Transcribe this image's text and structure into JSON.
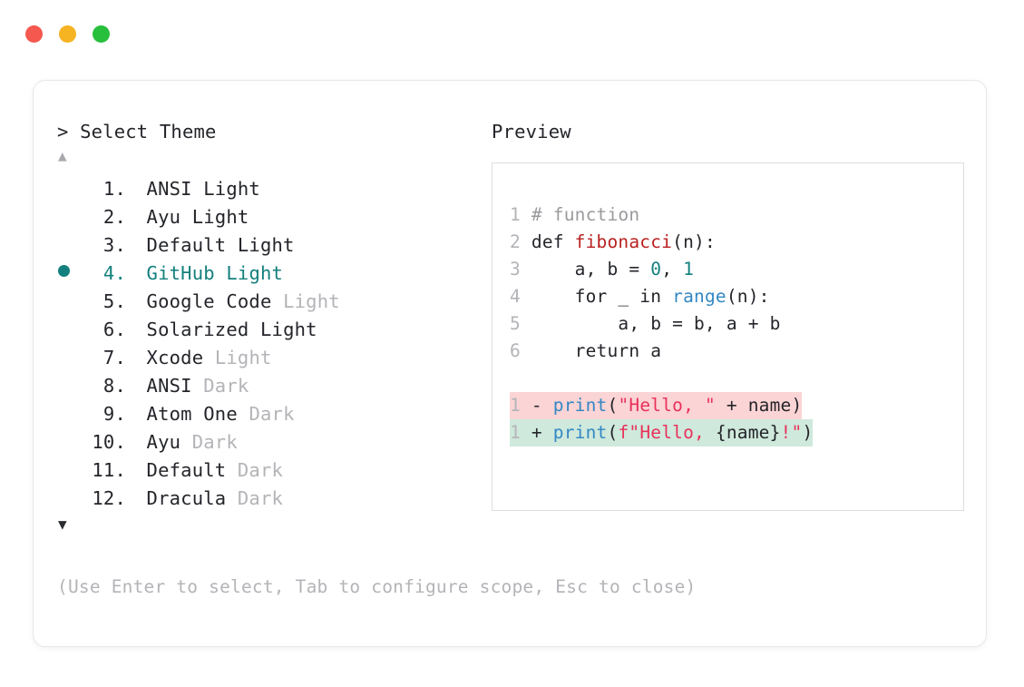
{
  "window": {
    "dots": [
      {
        "name": "close-dot",
        "color": "#f4584f"
      },
      {
        "name": "minimize-dot",
        "color": "#f6b322"
      },
      {
        "name": "maximize-dot",
        "color": "#27bf3c"
      }
    ]
  },
  "picker": {
    "prompt": "> Select Theme",
    "scroll_up": "▲",
    "scroll_down": "▼",
    "selected_index": 4,
    "selected_color": "#13807e",
    "items": [
      {
        "num": "1.",
        "name": "ANSI",
        "variant": "Light",
        "variant_muted": false,
        "selected": false
      },
      {
        "num": "2.",
        "name": "Ayu",
        "variant": "Light",
        "variant_muted": false,
        "selected": false
      },
      {
        "num": "3.",
        "name": "Default",
        "variant": "Light",
        "variant_muted": false,
        "selected": false
      },
      {
        "num": "4.",
        "name": "GitHub",
        "variant": "Light",
        "variant_muted": false,
        "selected": true
      },
      {
        "num": "5.",
        "name": "Google Code",
        "variant": "Light",
        "variant_muted": true,
        "selected": false
      },
      {
        "num": "6.",
        "name": "Solarized",
        "variant": "Light",
        "variant_muted": false,
        "selected": false
      },
      {
        "num": "7.",
        "name": "Xcode",
        "variant": "Light",
        "variant_muted": true,
        "selected": false
      },
      {
        "num": "8.",
        "name": "ANSI",
        "variant": "Dark",
        "variant_muted": true,
        "selected": false
      },
      {
        "num": "9.",
        "name": "Atom One",
        "variant": "Dark",
        "variant_muted": true,
        "selected": false
      },
      {
        "num": "10.",
        "name": "Ayu",
        "variant": "Dark",
        "variant_muted": true,
        "selected": false
      },
      {
        "num": "11.",
        "name": "Default",
        "variant": "Dark",
        "variant_muted": true,
        "selected": false
      },
      {
        "num": "12.",
        "name": "Dracula",
        "variant": "Dark",
        "variant_muted": true,
        "selected": false
      }
    ]
  },
  "hint": "(Use Enter to select, Tab to configure scope, Esc to close)",
  "preview": {
    "label": "Preview",
    "code_lines": [
      {
        "ln": "1",
        "tokens": [
          {
            "t": " # function",
            "c": "comment"
          }
        ]
      },
      {
        "ln": "2",
        "tokens": [
          {
            "t": " def ",
            "c": "kw"
          },
          {
            "t": "fibonacci",
            "c": "fn"
          },
          {
            "t": "(n):",
            "c": "plain"
          }
        ]
      },
      {
        "ln": "3",
        "tokens": [
          {
            "t": "     a, b = ",
            "c": "plain"
          },
          {
            "t": "0",
            "c": "num"
          },
          {
            "t": ", ",
            "c": "plain"
          },
          {
            "t": "1",
            "c": "num"
          }
        ]
      },
      {
        "ln": "4",
        "tokens": [
          {
            "t": "     for _ in ",
            "c": "plain"
          },
          {
            "t": "range",
            "c": "builtin"
          },
          {
            "t": "(n):",
            "c": "plain"
          }
        ]
      },
      {
        "ln": "5",
        "tokens": [
          {
            "t": "         a, b = b, a + b",
            "c": "plain"
          }
        ]
      },
      {
        "ln": "6",
        "tokens": [
          {
            "t": "     return a",
            "c": "plain"
          }
        ]
      }
    ],
    "diff_lines": [
      {
        "kind": "del",
        "ln": "1",
        "sign": "-",
        "bg": "#fbd4d5",
        "tokens": [
          {
            "t": "print",
            "c": "builtin"
          },
          {
            "t": "(",
            "c": "plain"
          },
          {
            "t": "\"Hello, \"",
            "c": "str"
          },
          {
            "t": " + name)",
            "c": "plain"
          }
        ]
      },
      {
        "kind": "add",
        "ln": "1",
        "sign": "+",
        "bg": "#cfe9dc",
        "tokens": [
          {
            "t": "print",
            "c": "builtin"
          },
          {
            "t": "(",
            "c": "plain"
          },
          {
            "t": "f\"Hello, ",
            "c": "str"
          },
          {
            "t": "{name}",
            "c": "plain"
          },
          {
            "t": "!\"",
            "c": "str"
          },
          {
            "t": ")",
            "c": "plain"
          }
        ]
      }
    ]
  }
}
